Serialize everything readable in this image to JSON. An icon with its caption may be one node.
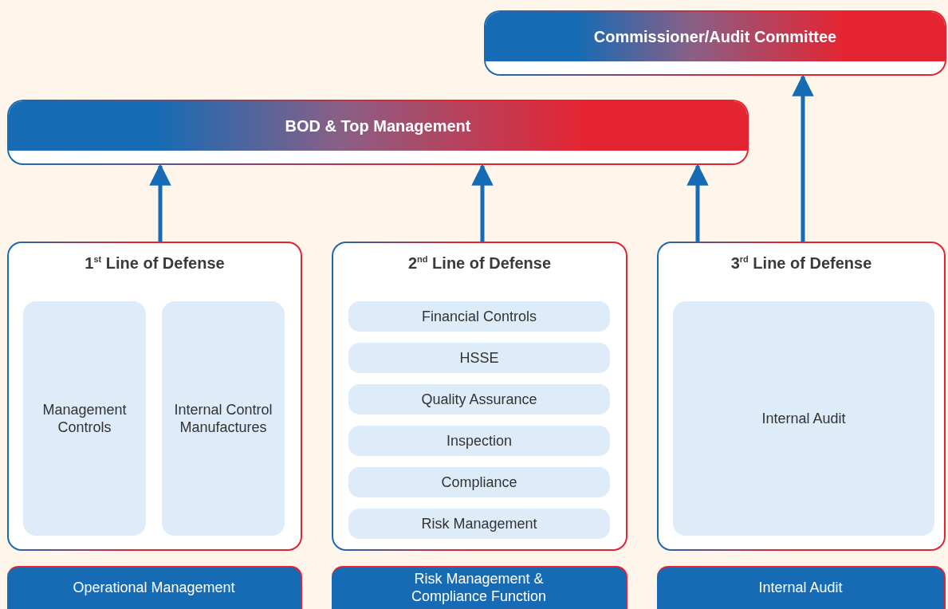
{
  "diagram": {
    "nodes": [
      {
        "text": [
          "Commissioner/Audit Committee"
        ]
      },
      {
        "text": [
          "BOD & Top Management"
        ]
      },
      {
        "text": [
          "1$^{st}$ Line of Defense"
        ]
      },
      {
        "text": [
          "Management Controls"
        ],
        "in": 2
      },
      {
        "text": [
          "Internal Control Manufactures"
        ],
        "in": 2
      },
      {
        "text": [
          "2$^{nd}$ Line of Defense"
        ]
      },
      {
        "text": [
          "Financial Controls"
        ],
        "in": 5
      },
      {
        "text": [
          "HSSE"
        ],
        "in": 5
      },
      {
        "text": [
          "Quality Assurance"
        ],
        "in": 5
      },
      {
        "text": [
          "Inspection"
        ],
        "in": 5
      },
      {
        "text": [
          "Compliance"
        ],
        "in": 5
      },
      {
        "text": [
          "Risk Management"
        ],
        "in": 5
      },
      {
        "text": [
          "3$^{rd}$ Line of Defense"
        ]
      },
      {
        "text": [
          "Internal Audit"
        ],
        "in": 12
      },
      {
        "text": [
          "Operational Management"
        ]
      },
      {
        "text": [
          "Risk Management & Compliance Function"
        ]
      },
      {
        "text": [
          "Internal Audit"
        ]
      }
    ],
    "edges": [
      {
        "from": 2,
        "to": 1,
        "arrow": "to"
      },
      {
        "from": 5,
        "to": 1,
        "arrow": "to"
      },
      {
        "from": 12,
        "to": 1,
        "arrow": "to"
      },
      {
        "from": 12,
        "to": 0,
        "arrow": "to"
      }
    ]
  }
}
